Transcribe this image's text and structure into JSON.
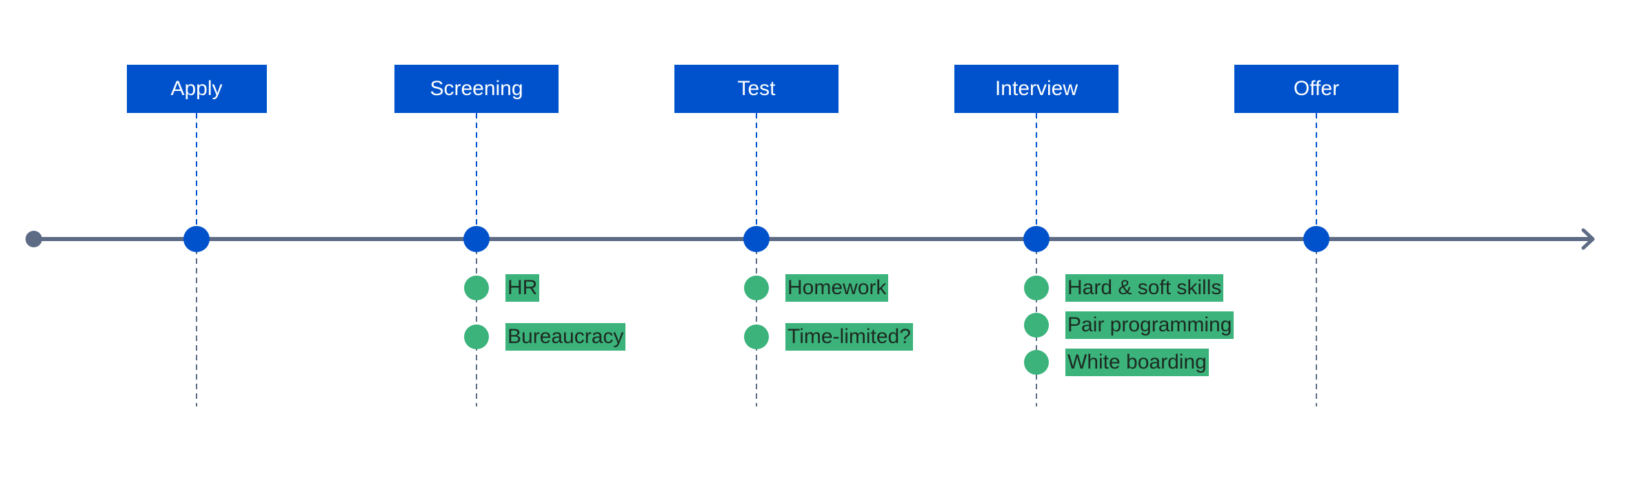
{
  "colors": {
    "stage": "#0052cc",
    "axis": "#5d6b85",
    "bullet": "#3bb37b",
    "marker": "#0052cc"
  },
  "stages": [
    {
      "label": "Apply",
      "items": []
    },
    {
      "label": "Screening",
      "items": [
        "HR",
        "Bureaucracy"
      ]
    },
    {
      "label": "Test",
      "items": [
        "Homework",
        "Time-limited?"
      ]
    },
    {
      "label": "Interview",
      "items": [
        "Hard & soft skills",
        "Pair programming",
        "White boarding"
      ]
    },
    {
      "label": "Offer",
      "items": []
    }
  ]
}
